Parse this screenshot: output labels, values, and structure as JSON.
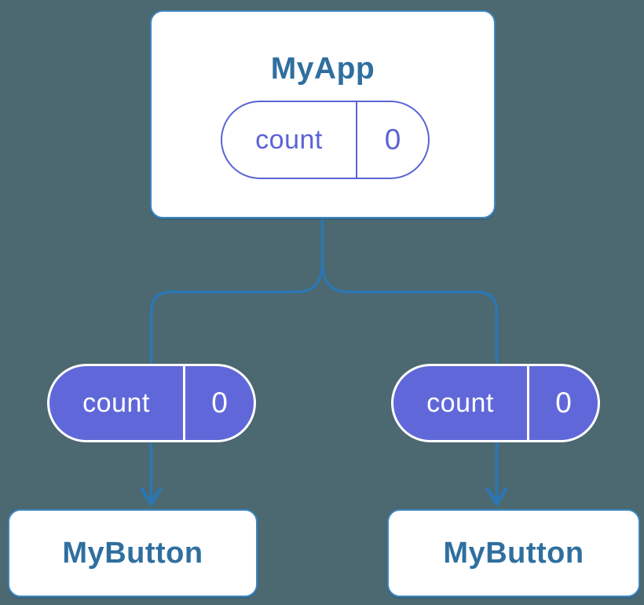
{
  "colors": {
    "background": "#4c6870",
    "connector_blue": "#2b77b3",
    "card_border_blue": "#3c86bf",
    "component_title_blue": "#2f6f9f",
    "pill_fill_purple": "#6068d9",
    "pill_outline_purple": "#5a63d6",
    "card_fill": "#ffffff"
  },
  "tree": {
    "root": {
      "title": "MyApp",
      "state": {
        "label": "count",
        "value": "0"
      }
    },
    "children": [
      {
        "title": "MyButton",
        "prop": {
          "label": "count",
          "value": "0"
        }
      },
      {
        "title": "MyButton",
        "prop": {
          "label": "count",
          "value": "0"
        }
      }
    ]
  }
}
